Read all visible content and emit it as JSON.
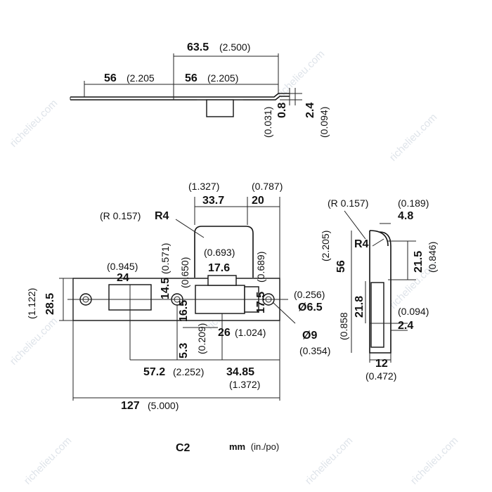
{
  "watermark": "richelieu.com",
  "caption": {
    "model": "C2",
    "units": "mm",
    "units_alt": "(in./po)"
  },
  "top_view": {
    "overall": {
      "mm": "63.5",
      "in": "(2.500)"
    },
    "left_half": {
      "mm": "56",
      "in": "(2.205"
    },
    "right_half": {
      "mm": "56",
      "in": "(2.205)"
    },
    "thickness": {
      "mm": "0.8",
      "in": "(0.031)"
    },
    "height": {
      "mm": "2.4",
      "in": "(0.094)"
    }
  },
  "front_view": {
    "slot_width": {
      "mm": "33.7",
      "in": "(1.327)"
    },
    "right_offset": {
      "mm": "20",
      "in": "(0.787)"
    },
    "corner_radius": {
      "mm": "R4",
      "in": "(R 0.157)"
    },
    "block_height": {
      "mm": "17.6",
      "in": "(0.693)"
    },
    "block_width": {
      "mm": "24",
      "in": "(0.945)"
    },
    "plate_height": {
      "mm": "28.5",
      "in": "(1.122)"
    },
    "dim_14_5": {
      "mm": "14.5",
      "in": "(0.571)"
    },
    "dim_16_5": {
      "mm": "16.5",
      "in": "(0.650)"
    },
    "dim_17_5": {
      "mm": "17.5",
      "in": "(0.689)"
    },
    "hole_small": {
      "mm": "Ø6.5",
      "in": "(0.256)"
    },
    "hole_large": {
      "mm": "Ø9",
      "in": "(0.354)"
    },
    "dim_5_3": {
      "mm": "5.3",
      "in": "(0.209)"
    },
    "dim_26": {
      "mm": "26",
      "in": "(1.024)"
    },
    "dim_57_2": {
      "mm": "57.2",
      "in": "(2.252)"
    },
    "dim_34_85": {
      "mm": "34.85",
      "in": "(1.372)"
    },
    "overall_length": {
      "mm": "127",
      "in": "(5.000)"
    }
  },
  "side_view": {
    "radius": {
      "mm": "R4",
      "in": "(R 0.157)"
    },
    "lip": {
      "mm": "4.8",
      "in": "(0.189)"
    },
    "height": {
      "mm": "56",
      "in": "(2.205)"
    },
    "upper": {
      "mm": "21.5",
      "in": "(0.846)"
    },
    "lower": {
      "mm": "21.8",
      "in": "(0.858"
    },
    "thickness": {
      "mm": "2.4",
      "in": "(0.094)"
    },
    "depth": {
      "mm": "12",
      "in": "(0.472)"
    }
  }
}
